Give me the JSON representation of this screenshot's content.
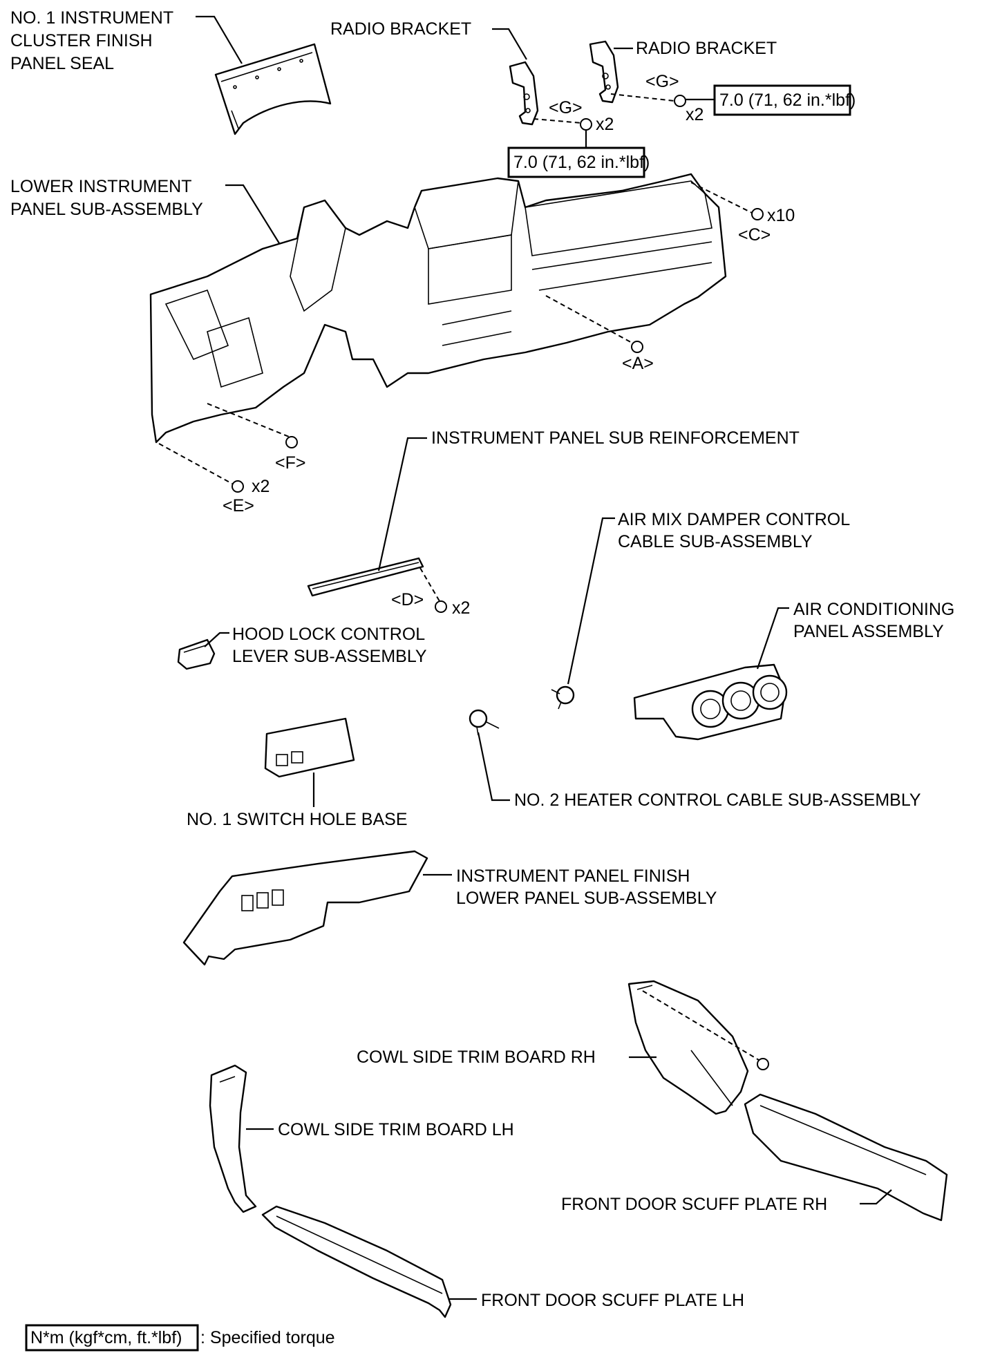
{
  "labels": {
    "cluster_seal": [
      "NO. 1 INSTRUMENT",
      "CLUSTER FINISH",
      "PANEL SEAL"
    ],
    "radio_bracket_left": "RADIO BRACKET",
    "radio_bracket_right": "RADIO BRACKET",
    "lower_panel": [
      "LOWER INSTRUMENT",
      "PANEL SUB-ASSEMBLY"
    ],
    "sub_reinforcement": "INSTRUMENT PANEL SUB REINFORCEMENT",
    "air_mix_cable": [
      "AIR MIX DAMPER CONTROL",
      "CABLE SUB-ASSEMBLY"
    ],
    "hood_lock": [
      "HOOD LOCK CONTROL",
      "LEVER SUB-ASSEMBLY"
    ],
    "ac_panel": [
      "AIR CONDITIONING",
      "PANEL ASSEMBLY"
    ],
    "switch_hole_base": "NO. 1 SWITCH HOLE BASE",
    "heater_cable": "NO. 2 HEATER CONTROL CABLE SUB-ASSEMBLY",
    "finish_lower_panel": [
      "INSTRUMENT PANEL FINISH",
      "LOWER PANEL SUB-ASSEMBLY"
    ],
    "cowl_rh": "COWL SIDE TRIM BOARD RH",
    "cowl_lh": "COWL SIDE TRIM BOARD LH",
    "scuff_rh": "FRONT DOOR SCUFF PLATE RH",
    "scuff_lh": "FRONT DOOR SCUFF PLATE LH"
  },
  "fasteners": {
    "g_left": "<G>",
    "g_right": "<G>",
    "c": "<C>",
    "a": "<A>",
    "f": "<F>",
    "e": "<E>",
    "d": "<D>",
    "x2_g_left": "x2",
    "x2_g_right": "x2",
    "x10_c": "x10",
    "x2_e": "x2",
    "x2_d": "x2"
  },
  "torque": {
    "left": "7.0 (71, 62 in.*lbf)",
    "right": "7.0 (71, 62 in.*lbf)"
  },
  "legend": {
    "unit_box": "N*m (kgf*cm, ft.*lbf)",
    "description": ": Specified torque"
  }
}
